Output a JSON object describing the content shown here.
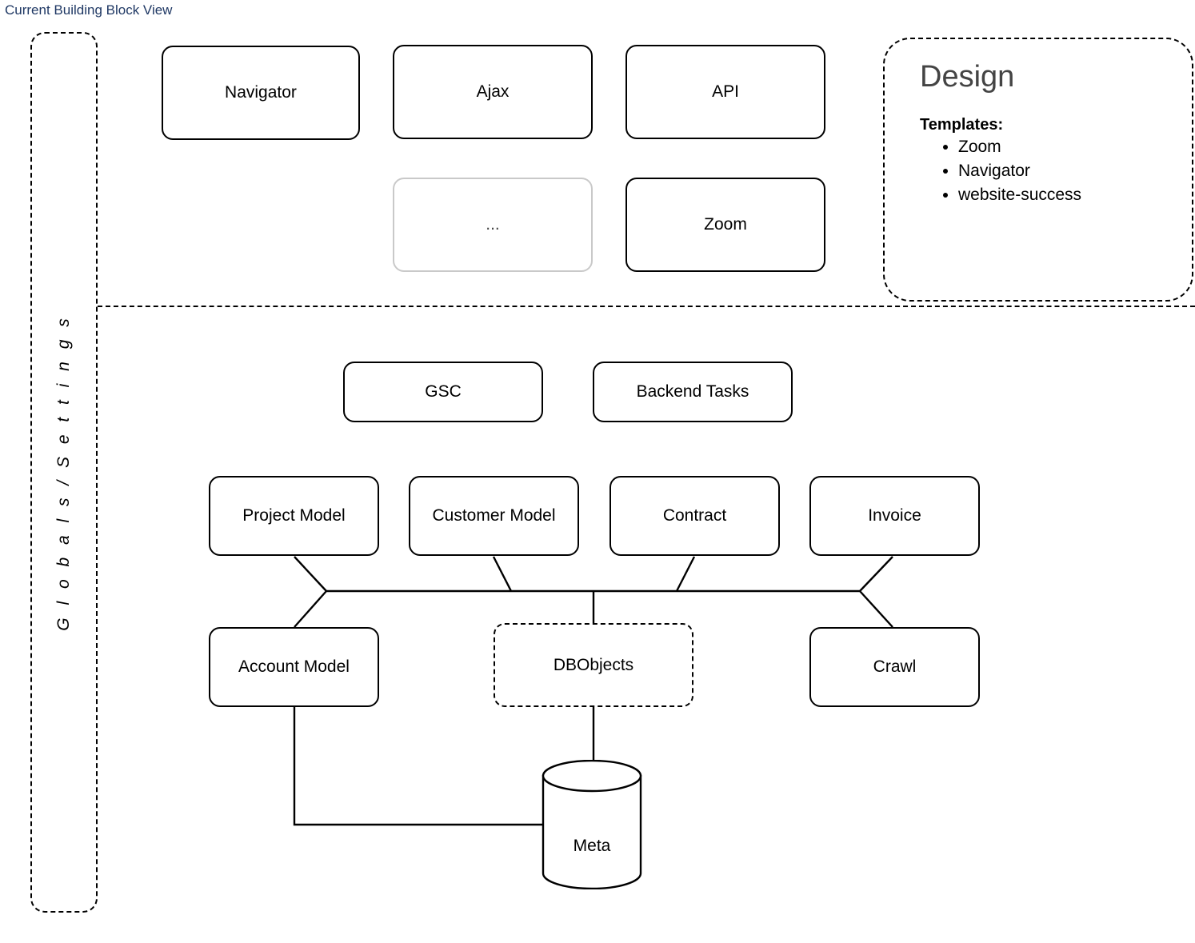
{
  "page": {
    "title": "Current Building Block View",
    "title_color": "#1f3864",
    "background": "#ffffff"
  },
  "globals": {
    "label": "G l o b a l s   /   S e t t i n g s",
    "label_plain": "Globals / Settings",
    "border_style": "dashed"
  },
  "design_panel": {
    "title": "Design",
    "subtitle": "Templates:",
    "templates": [
      {
        "label": "Zoom"
      },
      {
        "label": "Navigator"
      },
      {
        "label": "website-success"
      }
    ],
    "border_style": "dashed"
  },
  "frontend_row_1": [
    {
      "label": "Navigator",
      "style": "solid"
    },
    {
      "label": "Ajax",
      "style": "solid"
    },
    {
      "label": "API",
      "style": "solid"
    }
  ],
  "frontend_row_2": [
    {
      "label": "...",
      "style": "muted"
    },
    {
      "label": "Zoom",
      "style": "solid"
    }
  ],
  "backend_row_1": [
    {
      "label": "GSC",
      "style": "solid"
    },
    {
      "label": "Backend Tasks",
      "style": "solid"
    }
  ],
  "model_row": [
    {
      "label": "Project Model",
      "style": "solid"
    },
    {
      "label": "Customer Model",
      "style": "solid"
    },
    {
      "label": "Contract",
      "style": "solid"
    },
    {
      "label": "Invoice",
      "style": "solid"
    }
  ],
  "storage_row": [
    {
      "label": "Account Model",
      "style": "solid"
    },
    {
      "label": "DBObjects",
      "style": "dashed"
    },
    {
      "label": "Crawl",
      "style": "solid"
    }
  ],
  "database": {
    "label": "Meta",
    "shape": "cylinder"
  },
  "colors": {
    "stroke": "#000000",
    "muted_stroke": "#c9c9c9",
    "design_title": "#444444",
    "title_text": "#1f3864"
  }
}
